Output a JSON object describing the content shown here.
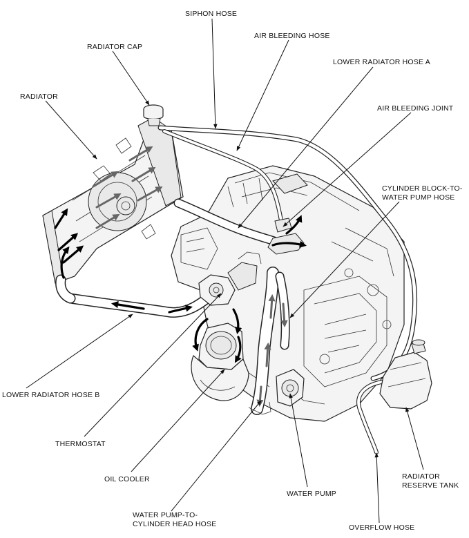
{
  "labels": {
    "siphon_hose": "SIPHON HOSE",
    "air_bleeding_hose": "AIR BLEEDING HOSE",
    "radiator_cap": "RADIATOR CAP",
    "lower_radiator_hose_a": "LOWER RADIATOR HOSE A",
    "radiator": "RADIATOR",
    "air_bleeding_joint": "AIR BLEEDING JOINT",
    "cylinder_block_to_water_pump_hose_1": "CYLINDER BLOCK-TO-",
    "cylinder_block_to_water_pump_hose_2": "WATER PUMP HOSE",
    "lower_radiator_hose_b": "LOWER RADIATOR HOSE B",
    "thermostat": "THERMOSTAT",
    "oil_cooler": "OIL COOLER",
    "radiator_reserve_tank_1": "RADIATOR",
    "radiator_reserve_tank_2": "RESERVE TANK",
    "water_pump": "WATER PUMP",
    "water_pump_to_cylinder_head_hose_1": "WATER PUMP-TO-",
    "water_pump_to_cylinder_head_hose_2": "CYLINDER HEAD HOSE",
    "overflow_hose": "OVERFLOW HOSE"
  },
  "icons": {
    "flow_arrow": "flow-arrow-icon",
    "leader_tip": "arrowhead-icon"
  },
  "colors": {
    "ink": "#111111",
    "flow_black": "#000000",
    "flow_grey": "#666666",
    "background": "#ffffff"
  }
}
